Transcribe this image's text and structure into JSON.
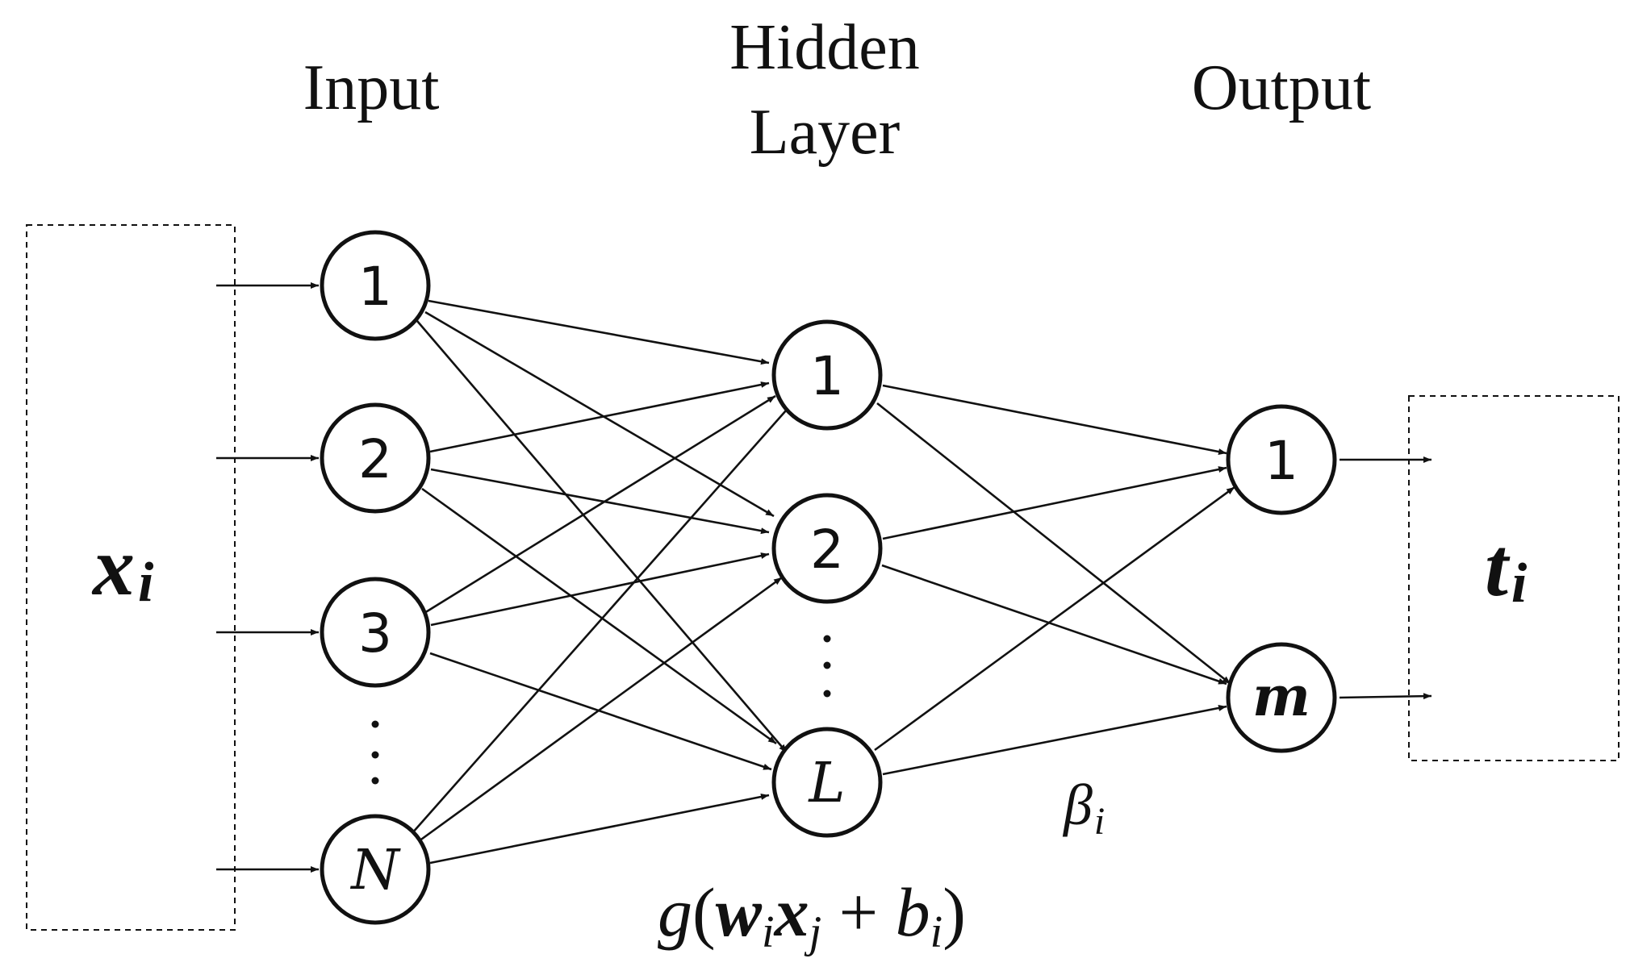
{
  "headings": {
    "input": "Input",
    "hidden_line1": "Hidden",
    "hidden_line2": "Layer",
    "output": "Output"
  },
  "input_box": {
    "symbol": "x",
    "subscript": "i"
  },
  "output_box": {
    "symbol": "t",
    "subscript": "i"
  },
  "input_nodes": [
    "1",
    "2",
    "3",
    "N"
  ],
  "hidden_nodes": [
    "1",
    "2",
    "L"
  ],
  "output_nodes": [
    "1",
    "m"
  ],
  "hidden_formula": {
    "g": "g",
    "open": "(",
    "w": "w",
    "w_sub": "i",
    "x": "x",
    "x_sub": "j",
    "plus": " + ",
    "b": "b",
    "b_sub": "i",
    "close": ")"
  },
  "beta_label": {
    "symbol": "β",
    "subscript": "i"
  }
}
